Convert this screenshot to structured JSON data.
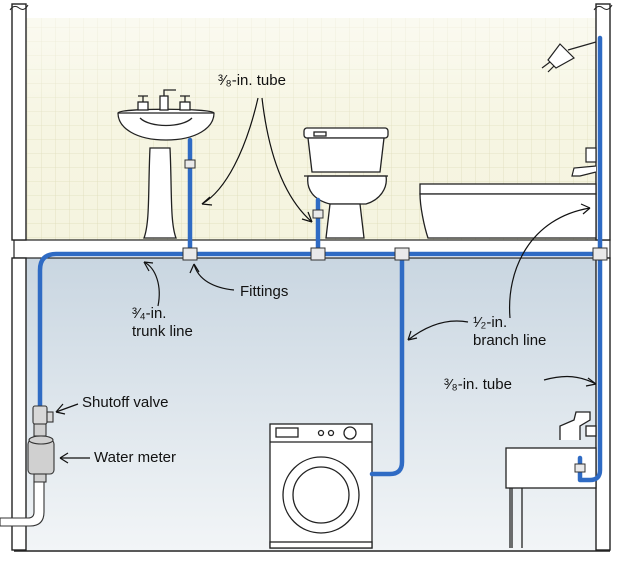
{
  "labels": {
    "tube_top": "³⁄₈-in. tube",
    "fittings": "Fittings",
    "trunk_line": "³⁄₄-in.\ntrunk line",
    "branch_line": "¹⁄₂-in.\nbranch line",
    "tube_right": "³⁄₈-in. tube",
    "shutoff_valve": "Shutoff valve",
    "water_meter": "Water meter"
  },
  "colors": {
    "pipe": "#2f6bc4",
    "wall_tile": "#f4f3dc",
    "basement": "#dfe8ef",
    "outline": "#222222"
  }
}
